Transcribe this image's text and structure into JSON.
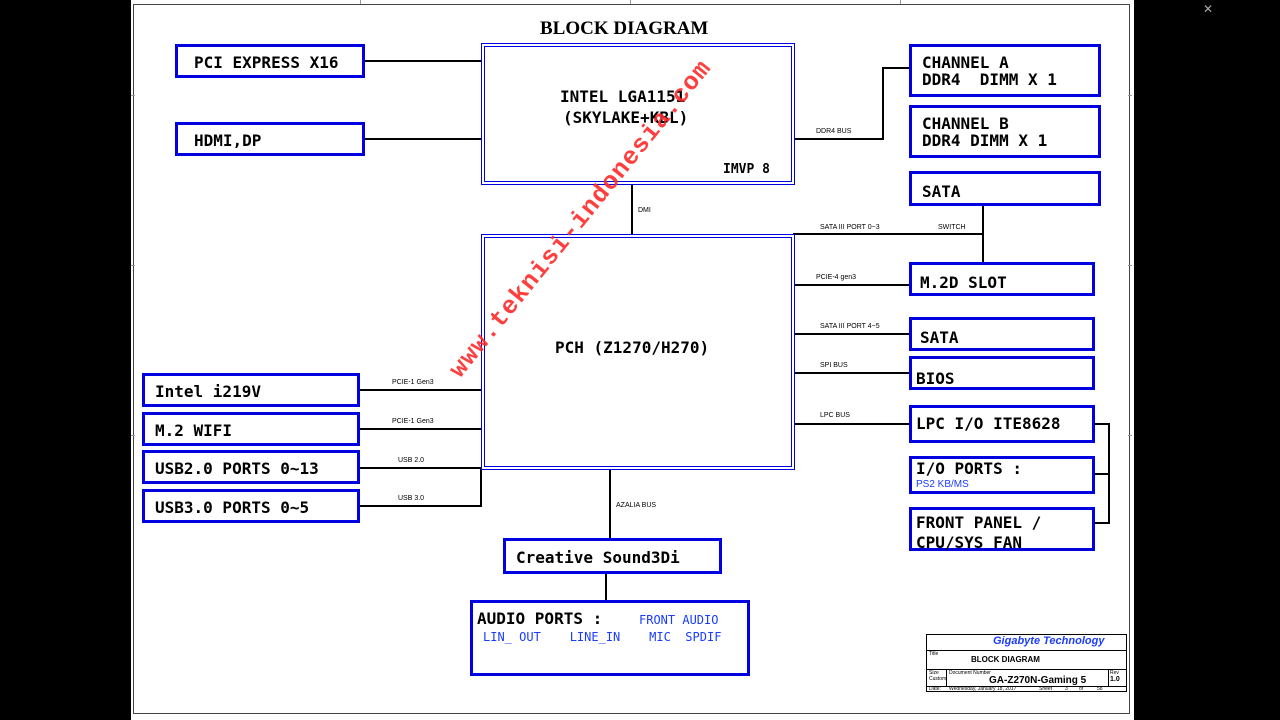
{
  "title": "BLOCK DIAGRAM",
  "cpu": {
    "line1": "INTEL LGA1151",
    "line2": "(SKYLAKE+KBL)",
    "note": "IMVP 8"
  },
  "pch": {
    "label": "PCH (Z1270/H270)"
  },
  "left_blocks": {
    "pcie": "PCI EXPRESS X16",
    "hdmi": "HDMI,DP",
    "lan": "Intel i219V",
    "wifi": "M.2 WIFI",
    "usb2": "USB2.0 PORTS 0~13",
    "usb3": "USB3.0 PORTS 0~5"
  },
  "right_blocks": {
    "ch_a_1": "CHANNEL A",
    "ch_a_2": "DDR4  DIMM X 1",
    "ch_b_1": "CHANNEL B",
    "ch_b_2": "DDR4 DIMM X 1",
    "sata_top": "SATA",
    "m2d": "M.2D SLOT",
    "sata_mid": "SATA",
    "bios": "BIOS",
    "lpc": "LPC I/O ITE8628",
    "io_1": "I/O PORTS :",
    "io_2": "PS2 KB/MS",
    "fp_1": "FRONT PANEL /",
    "fp_2": "CPU/SYS FAN"
  },
  "bottom_blocks": {
    "sound": "Creative Sound3Di",
    "audio_title": "AUDIO PORTS :",
    "audio_front": "FRONT AUDIO",
    "audio_ports": "LIN_ OUT    LINE_IN    MIC  SPDIF"
  },
  "bus_labels": {
    "ddr4": "DDR4 BUS",
    "dmi": "DMI",
    "sata_03": "SATA III PORT 0~3",
    "switch": "SWITCH",
    "pcie4": "PCIE-4 gen3",
    "sata_45": "SATA III PORT 4~5",
    "spi": "SPI BUS",
    "lpc": "LPC BUS",
    "pcie1_a": "PCIE-1 Gen3",
    "pcie1_b": "PCIE-1 Gen3",
    "usb20": "USB 2.0",
    "usb30": "USB 3.0",
    "azalia": "AZALIA BUS"
  },
  "title_block": {
    "company": "Gigabyte Technology",
    "title_label": "Title",
    "title_value": "BLOCK DIAGRAM",
    "size_label": "Size",
    "size_value": "Custom",
    "docnum_label": "Document Number",
    "docnum_value": "GA-Z270N-Gaming 5",
    "rev_label": "Rev",
    "rev_value": "1.0",
    "date_label": "Date:",
    "date_value": "Wednesday, January 18, 2017",
    "sheet_label": "Sheet",
    "sheet_value": "3",
    "of_label": "of",
    "of_value": "58"
  },
  "watermark": "www.teknisi-indonesia.com",
  "colors": {
    "block_border": "#0000e0",
    "watermark": "#ff2a2a",
    "blue_text": "#1a3cff"
  }
}
